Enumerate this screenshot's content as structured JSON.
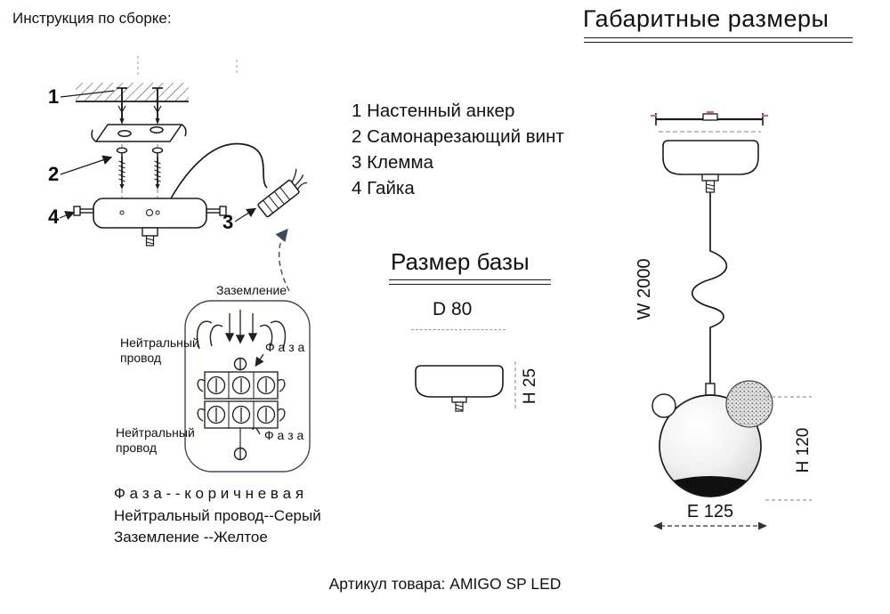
{
  "header": {
    "instructions_title": "Инструкция по сборке:",
    "dimensions_title": "Габаритные размеры"
  },
  "assembly": {
    "callout_1": "1",
    "callout_2": "2",
    "callout_3": "3",
    "callout_4": "4"
  },
  "parts_list": {
    "items": [
      {
        "label": "1 Настенный анкер"
      },
      {
        "label": "2 Самонарезающий винт"
      },
      {
        "label": "3 Клемма"
      },
      {
        "label": "4 Гайка"
      }
    ]
  },
  "base": {
    "title": "Размер базы",
    "diameter_label": "D 80",
    "height_label": "H 25"
  },
  "lamp": {
    "wire_label": "W 2000",
    "height_label": "H 120",
    "width_label": "E 125"
  },
  "wiring": {
    "ground_label": "Заземление",
    "neutral_top": "Нейтральный провод",
    "phase_top": "Ф а з а",
    "neutral_bottom": "Нейтральный провод",
    "phase_bottom": "Ф а з а"
  },
  "color_legend": {
    "phase": "Ф а з а - - к о р и ч н е в а я",
    "neutral": "Нейтральный провод--Серый",
    "ground": "Заземление --Желтое"
  },
  "footer": {
    "article": "Артикул товара: AMIGO SP LED"
  },
  "colors": {
    "line": "#222222",
    "wiring_outline": "#3f4a58",
    "accent_pin": "#c2679e"
  }
}
